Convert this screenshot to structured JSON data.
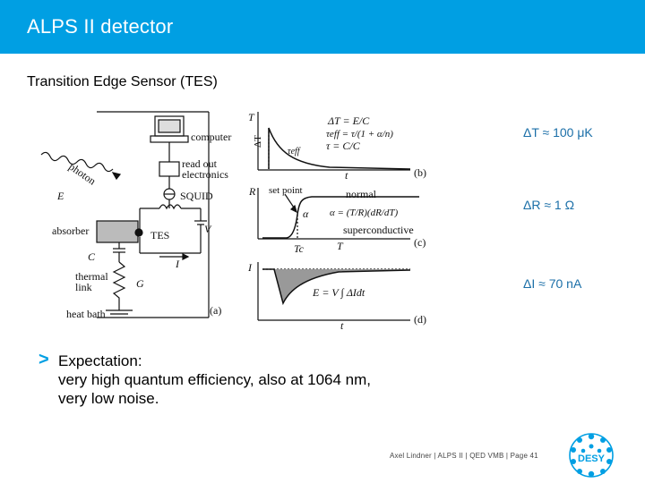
{
  "header": {
    "title": "ALPS II detector"
  },
  "subtitle": "Transition Edge Sensor (TES)",
  "figure": {
    "panel_a": {
      "photon": "photon",
      "E": "E",
      "computer": "computer",
      "readout_line1": "read out",
      "readout_line2": "electronics",
      "squid": "SQUID",
      "absorber": "absorber",
      "tes": "TES",
      "V": "V",
      "I": "I",
      "C": "C",
      "thermal_line1": "thermal",
      "thermal_line2": "link",
      "G": "G",
      "heat_bath": "heat bath",
      "tag": "(a)"
    },
    "panel_b": {
      "T": "T",
      "dT": "ΔT",
      "teff_axis": "τeff",
      "t": "t",
      "eq1": "ΔT = E/C",
      "eq2": "τeff = τ/(1 + α/n)",
      "eq3": "τ = C/C",
      "tag": "(b)"
    },
    "panel_c": {
      "R": "R",
      "set_point": "set point",
      "normal": "normal",
      "alpha": "α",
      "eq": "α = (T/R)(dR/dT)",
      "superconductive": "superconductive",
      "Tc": "Tc",
      "T": "T",
      "tag": "(c)"
    },
    "panel_d": {
      "I": "I",
      "eq": "E = V ∫ ΔIdt",
      "t": "t",
      "tag": "(d)"
    }
  },
  "annotations": {
    "dT": "ΔT ≈ 100 μK",
    "dR": "ΔR ≈ 1 Ω",
    "dI": "ΔI ≈ 70 nA"
  },
  "bullet": {
    "marker": ">",
    "line1": "Expectation:",
    "line2": "very high quantum efficiency, also at 1064 nm,",
    "line3": "very low noise."
  },
  "footer": "Axel Lindner | ALPS II | QED VMB | Page 41",
  "logo": {
    "text": "DESY",
    "color": "#009fe3"
  },
  "colors": {
    "accent": "#009fe3",
    "annotation": "#1b6fa8"
  }
}
